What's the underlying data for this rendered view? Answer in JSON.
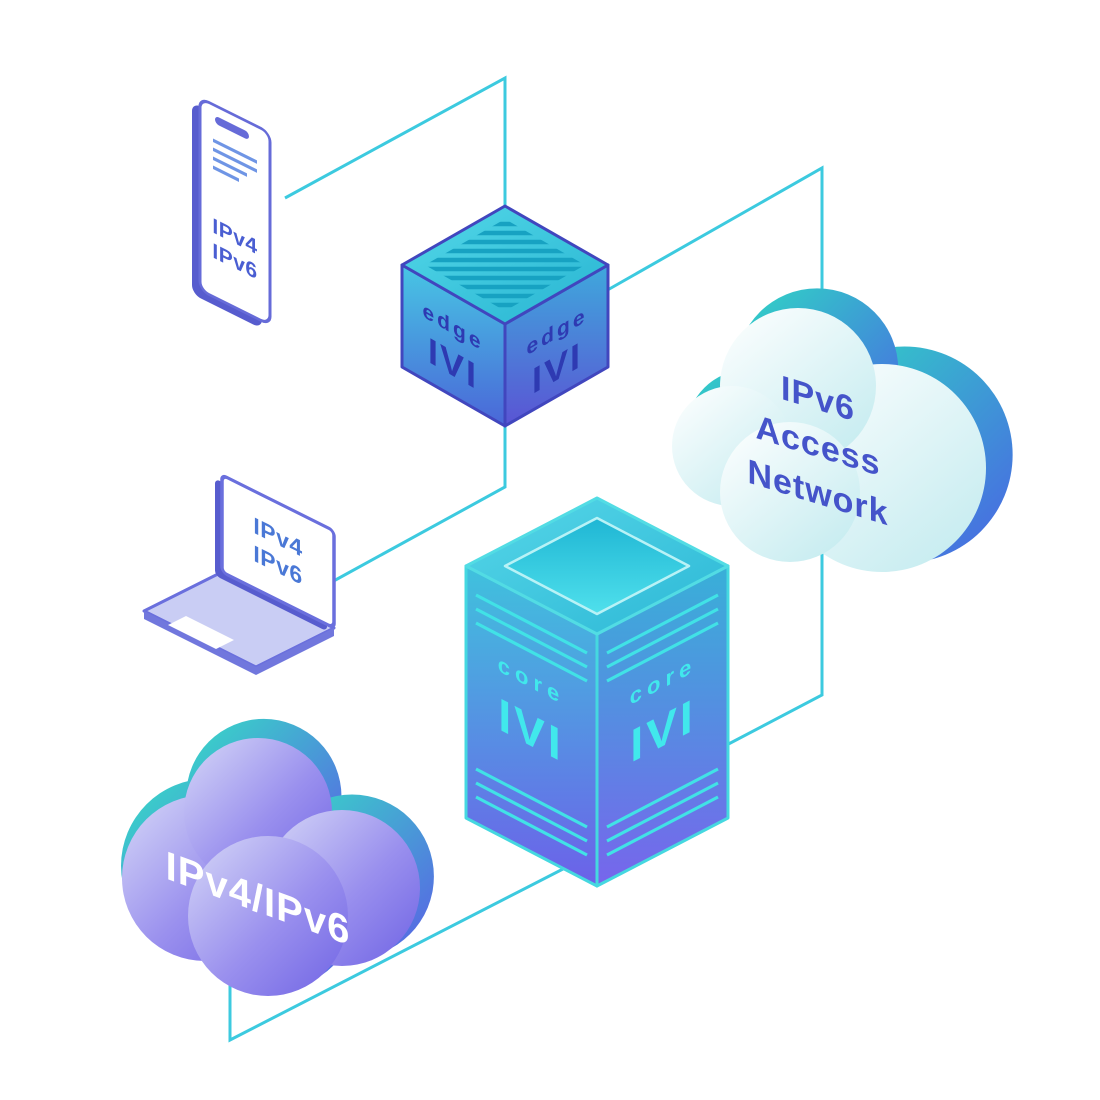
{
  "canvas": {
    "background": "#ffffff",
    "wire_color": "#3ccadf"
  },
  "nodes": {
    "phone": {
      "lines": [
        "IPv4",
        "IPv6"
      ]
    },
    "laptop": {
      "lines": [
        "IPv4",
        "IPv6"
      ]
    },
    "edge_router": {
      "role_label": "edge",
      "ivi_label": "IVI"
    },
    "core_router": {
      "role_label": "core",
      "ivi_label": "IVI"
    },
    "access_cloud": {
      "lines": [
        "IPv6",
        "Access",
        "Network"
      ],
      "text_color": "#4554ca"
    },
    "backbone_cloud": {
      "label": "IPv4/IPv6",
      "text_color": "#ffffff"
    }
  },
  "palette": {
    "indigo_outline": "#4146be",
    "purple_device": "#666bd8",
    "cyan_accent": "#3ccadf",
    "teal_cloud_back": "#36dcc6",
    "purple_cloud": "#7168e6",
    "tower_top_purple": "#6c61e9",
    "tower_top_cyan": "#3fc2dd"
  }
}
